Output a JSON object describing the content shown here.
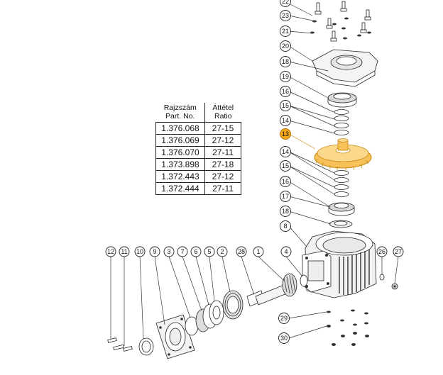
{
  "table": {
    "header": {
      "part_line1": "Rajzszám",
      "part_line2": "Part. No.",
      "ratio_line1": "Áttétel",
      "ratio_line2": "Ratio"
    },
    "rows": [
      {
        "part": "1.376.068",
        "ratio": "27-15"
      },
      {
        "part": "1.376.069",
        "ratio": "27-12"
      },
      {
        "part": "1.376.070",
        "ratio": "27-11"
      },
      {
        "part": "1.373.898",
        "ratio": "27-18"
      },
      {
        "part": "1.372.443",
        "ratio": "27-12"
      },
      {
        "part": "1.372.444",
        "ratio": "27-11"
      }
    ]
  },
  "callouts": {
    "c22": "22",
    "c23": "23",
    "c21": "21",
    "c20": "20",
    "c18a": "18",
    "c19": "19",
    "c16a": "16",
    "c15a": "15",
    "c14a": "14",
    "c13": "13",
    "c14b": "14",
    "c15b": "15",
    "c16b": "16",
    "c17": "17",
    "c18b": "18",
    "c8": "8",
    "c12": "12",
    "c11": "11",
    "c10": "10",
    "c9": "9",
    "c3": "3",
    "c7": "7",
    "c6": "6",
    "c5": "5",
    "c2": "2",
    "c28": "28",
    "c1": "1",
    "c4": "4",
    "c26": "26",
    "c27": "27",
    "c29": "29",
    "c30": "30"
  },
  "colors": {
    "highlight_fill": "#f2a81b",
    "highlight_gear": "#f7c15a",
    "line": "#222222"
  }
}
